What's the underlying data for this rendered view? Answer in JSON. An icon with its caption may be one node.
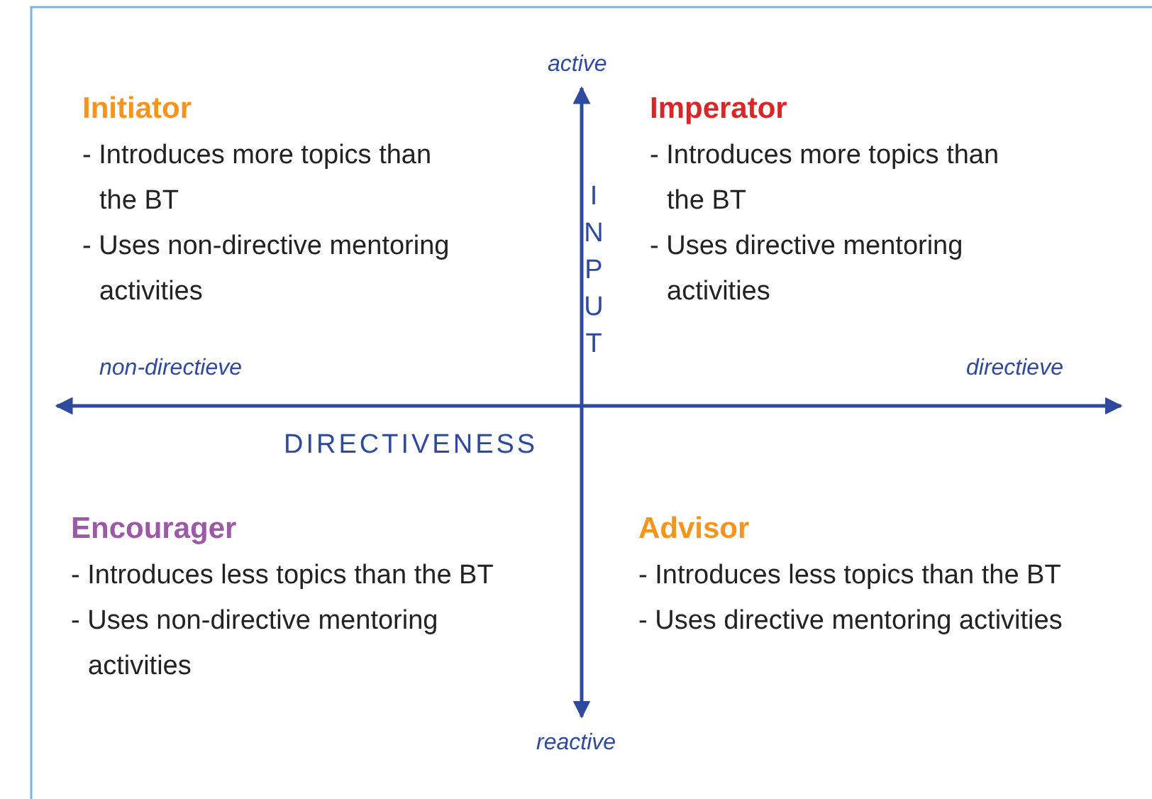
{
  "diagram": {
    "labels": [
      "active",
      "Initiator",
      "- Introduces more topics than the BT",
      "- Uses non-directive mentoring activities",
      "Imperator",
      "- Introduces more topics than the BT",
      "- Uses directive mentoring activities",
      "INPUT",
      "non-directieve",
      "directieve",
      "DIRECTIVENESS",
      "Encourager",
      "- Introduces less topics than the BT",
      "- Uses non-directive mentoring activities",
      "Advisor",
      "- Introduces less topics than the BT",
      "- Uses directive mentoring activities",
      "reactive"
    ]
  }
}
